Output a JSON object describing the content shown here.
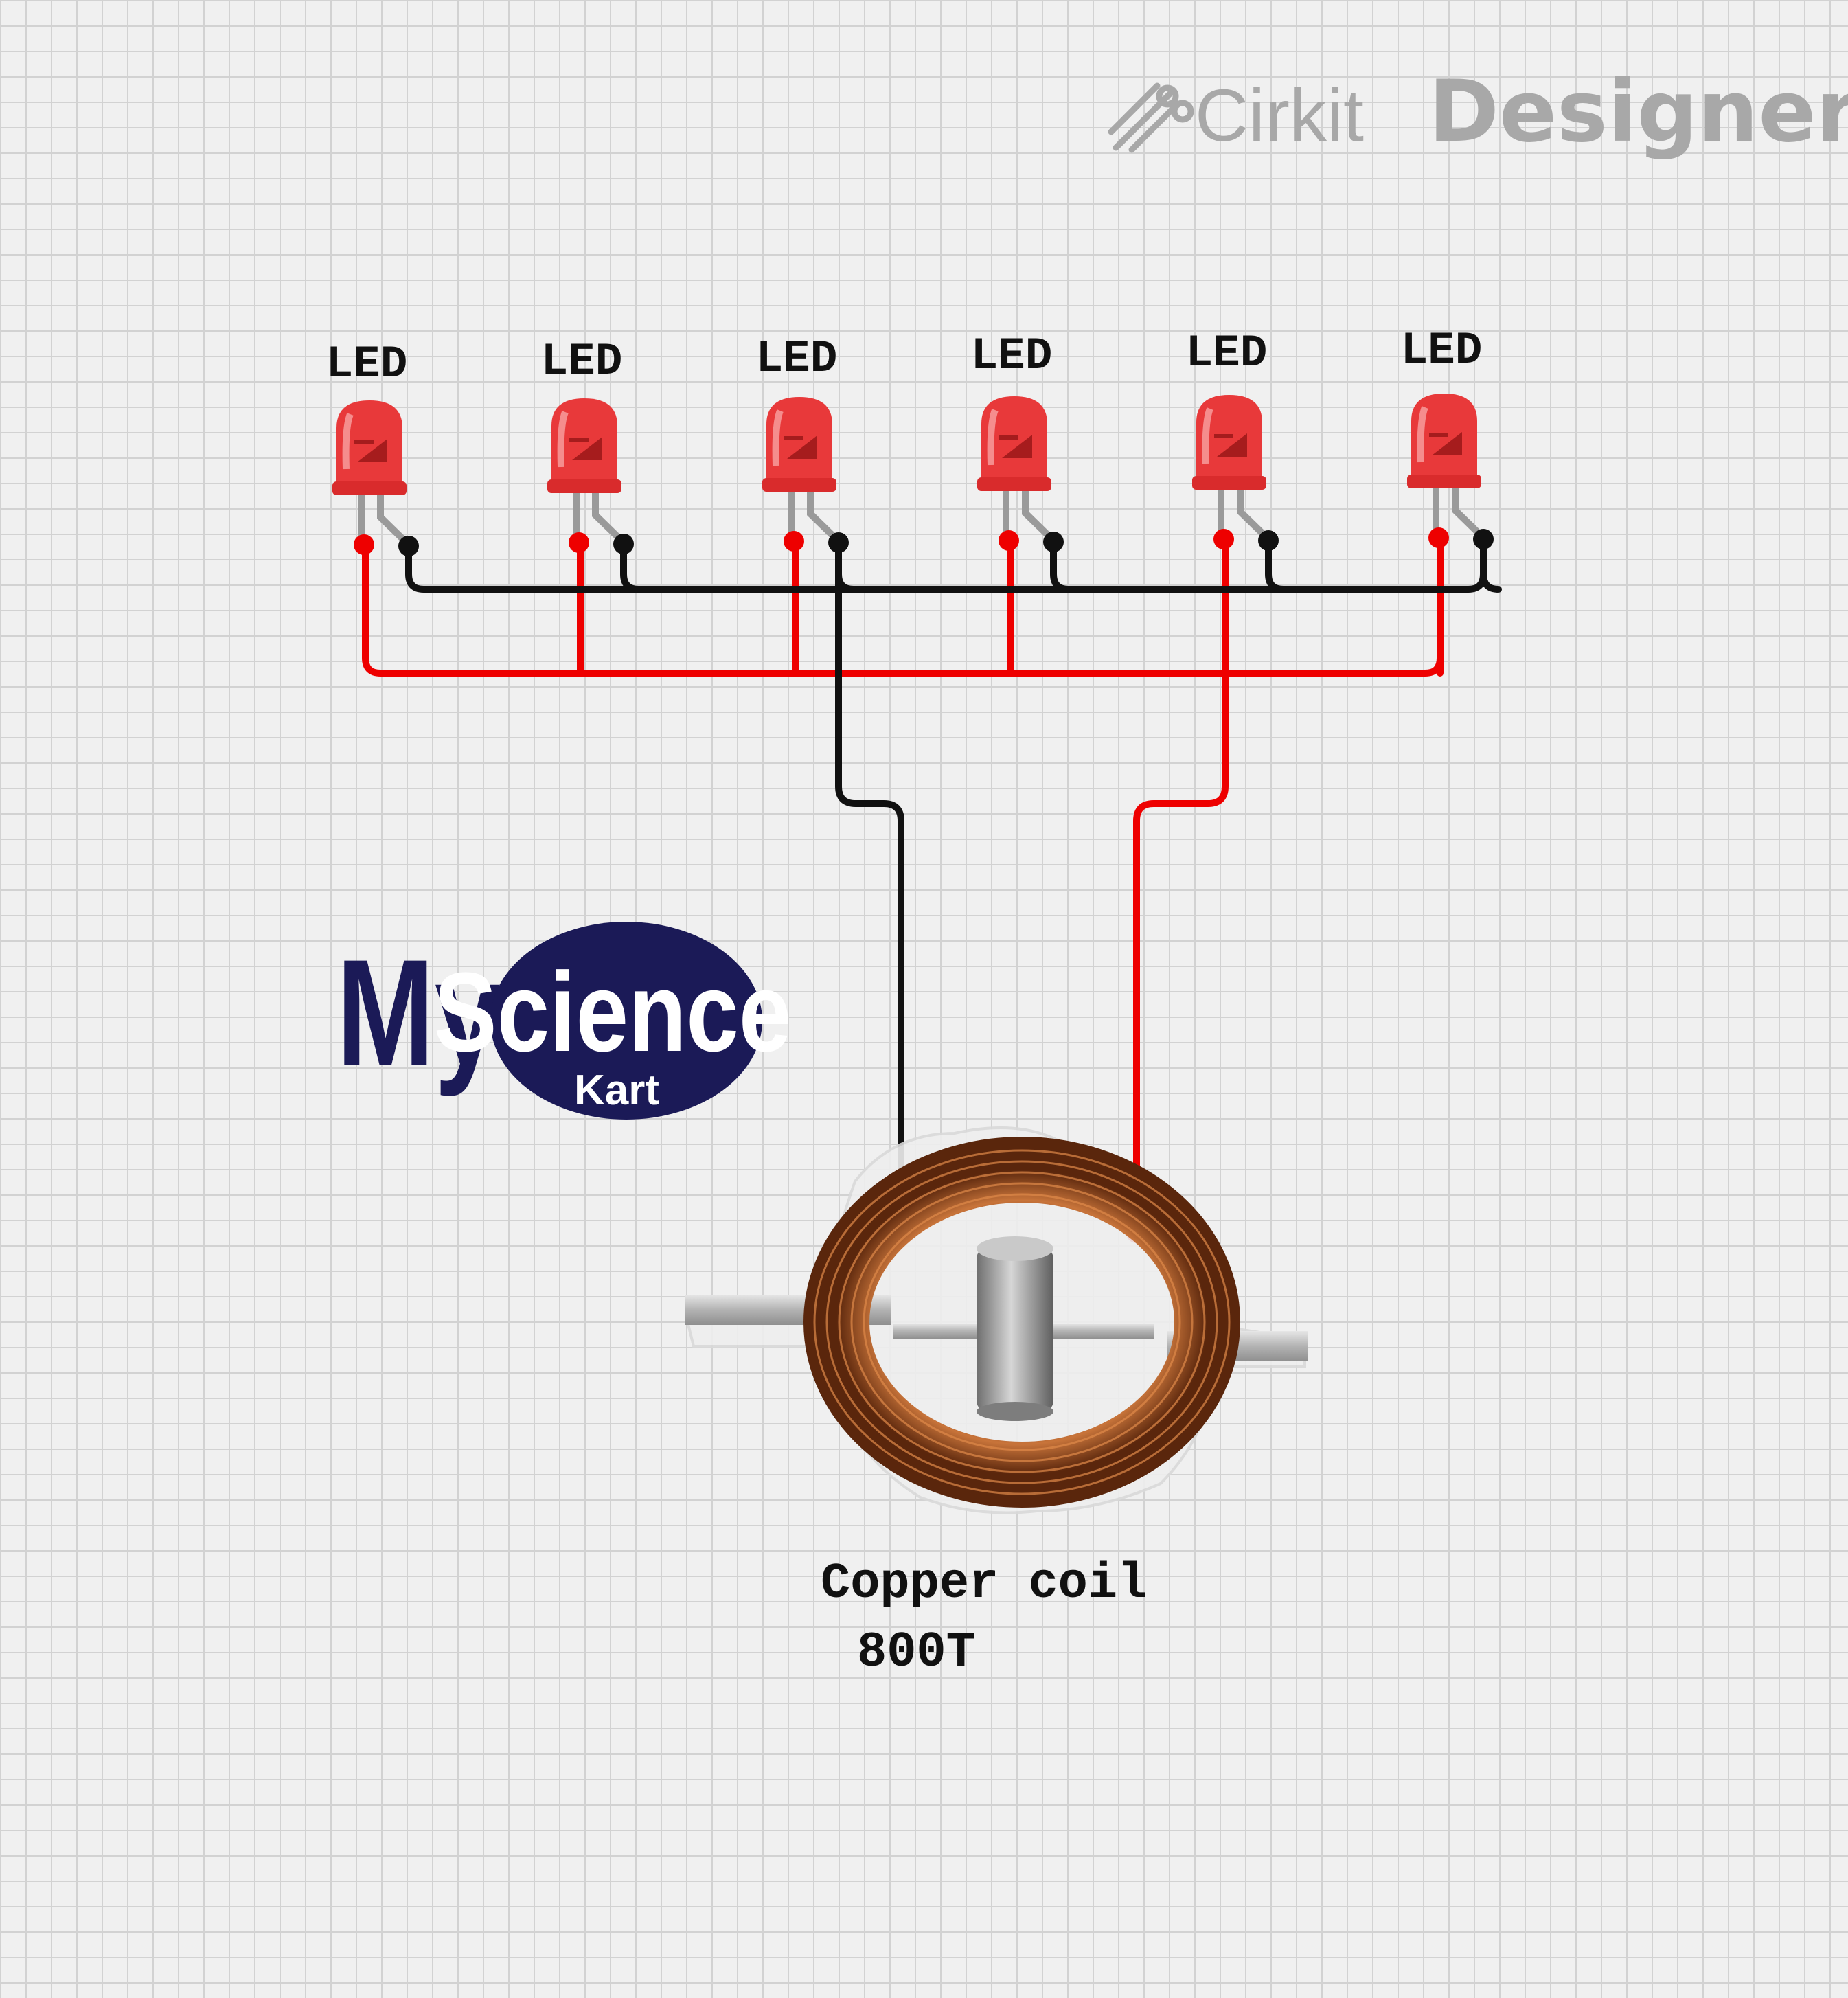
{
  "watermark": {
    "brand": "Cirkit",
    "product": "Designer"
  },
  "logo": {
    "word_my": "My",
    "word_science": "Science",
    "word_kart": "Kart"
  },
  "leds": [
    {
      "label": "LED"
    },
    {
      "label": "LED"
    },
    {
      "label": "LED"
    },
    {
      "label": "LED"
    },
    {
      "label": "LED"
    },
    {
      "label": "LED"
    }
  ],
  "coil": {
    "label_line1": "Copper coil",
    "label_line2": "800T"
  },
  "colors": {
    "led_body": "#e8393a",
    "led_highlight": "#f7a3a3",
    "lead": "#9a9a9a",
    "wire_positive": "#ee0000",
    "wire_negative": "#111111",
    "logo_navy": "#1b1a57",
    "watermark": "#a8a8a8",
    "copper": "#b8612a"
  }
}
